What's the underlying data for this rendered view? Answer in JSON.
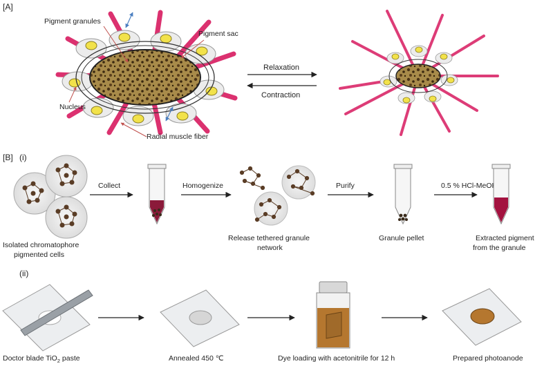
{
  "panel_a": {
    "label": "[A]",
    "pigment_granules": "Pigment granules",
    "pigment_sac": "Pigment sac",
    "nucleus": "Nucleus",
    "radial_muscle_fiber": "Radial muscle fiber",
    "relaxation": "Relaxation",
    "contraction": "Contraction"
  },
  "panel_b": {
    "label": "[B]",
    "sub_i": "(i)",
    "sub_ii": "(ii)",
    "step_collect": "Collect",
    "step_homogenize": "Homogenize",
    "step_purify": "Purify",
    "step_acid": "0.5 % HCl-MeOH",
    "isolated_line1": "Isolated chromatophore",
    "isolated_line2": "pigmented cells",
    "release_line1": "Release tethered granule",
    "release_line2": "network",
    "granule_pellet": "Granule pellet",
    "extracted_line1": "Extracted pigment",
    "extracted_line2": "from the granule",
    "doctor_blade_pre": "Doctor blade TiO",
    "doctor_blade_sub": "2",
    "doctor_blade_post": " paste",
    "annealed": "Annealed 450 ℃",
    "dye_loading": "Dye loading with acetonitrile for 12 h",
    "prepared": "Prepared photoanode"
  },
  "colors": {
    "muscle": "#d81b60",
    "muscle_light": "#f3a3c0",
    "nucleus": "#f2e24a",
    "granule": "#6b4a2a",
    "pigment": "#8b1a3a",
    "dye": "#b5772f"
  }
}
